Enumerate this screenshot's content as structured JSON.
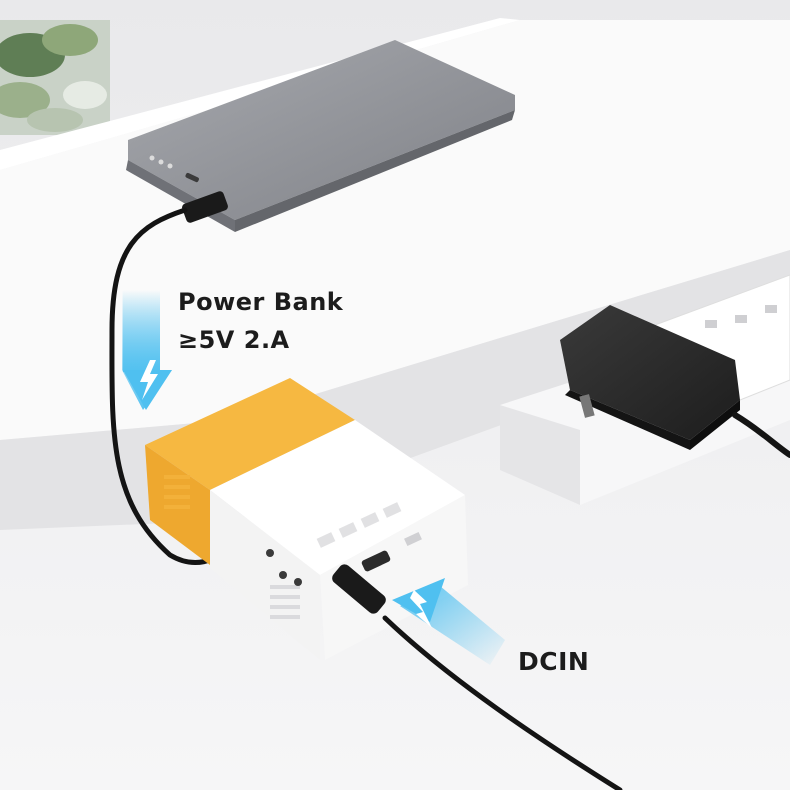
{
  "annotations": {
    "power_bank_title": "Power Bank",
    "power_bank_spec": "≥5V 2.A",
    "dc_input_label": "DCIN"
  },
  "colors": {
    "projector_accent": "#f2b53c",
    "projector_body": "#ffffff",
    "power_bank": "#8e9096",
    "adapter": "#262626",
    "cable": "#141414",
    "arrow_highlight": "#4fc0f0"
  },
  "icons": {
    "upper_arrow": "lightning-bolt-icon",
    "lower_arrow": "lightning-bolt-icon"
  }
}
